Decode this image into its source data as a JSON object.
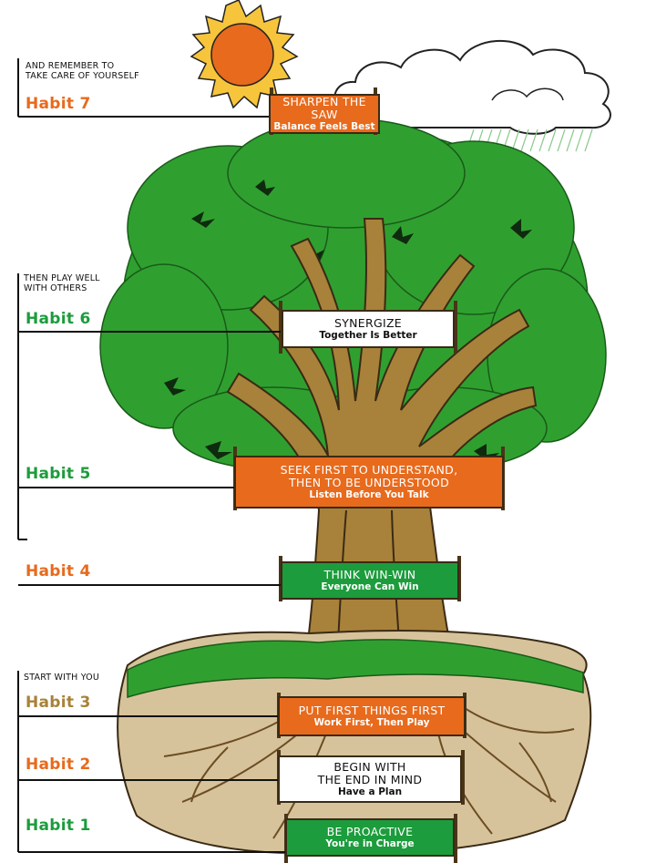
{
  "colors": {
    "orange": "#e86a1c",
    "green": "#1c9c3c",
    "brown": "#a8823a",
    "foliage": "#2fa02f"
  },
  "notes": {
    "top": "AND REMEMBER TO\nTAKE CARE OF YOURSELF",
    "middle": "THEN PLAY WELL\nWITH OTHERS",
    "bottom": "START WITH YOU"
  },
  "habits": [
    {
      "label": "Habit 7",
      "color": "#e86a1c",
      "title": "SHARPEN THE SAW",
      "subtitle": "Balance Feels Best",
      "style": "orange"
    },
    {
      "label": "Habit 6",
      "color": "#1c9c3c",
      "title": "SYNERGIZE",
      "subtitle": "Together Is Better",
      "style": "white"
    },
    {
      "label": "Habit 5",
      "color": "#1c9c3c",
      "title": "SEEK FIRST TO UNDERSTAND,\nTHEN TO BE UNDERSTOOD",
      "subtitle": "Listen Before You Talk",
      "style": "orange"
    },
    {
      "label": "Habit 4",
      "color": "#e86a1c",
      "title": "THINK WIN-WIN",
      "subtitle": "Everyone Can Win",
      "style": "green"
    },
    {
      "label": "Habit 3",
      "color": "#a8823a",
      "title": "PUT FIRST THINGS FIRST",
      "subtitle": "Work First, Then Play",
      "style": "orange"
    },
    {
      "label": "Habit 2",
      "color": "#e86a1c",
      "title": "BEGIN WITH\nTHE END IN MIND",
      "subtitle": "Have a Plan",
      "style": "white"
    },
    {
      "label": "Habit 1",
      "color": "#1c9c3c",
      "title": "BE PROACTIVE",
      "subtitle": "You're in Charge",
      "style": "green"
    }
  ]
}
